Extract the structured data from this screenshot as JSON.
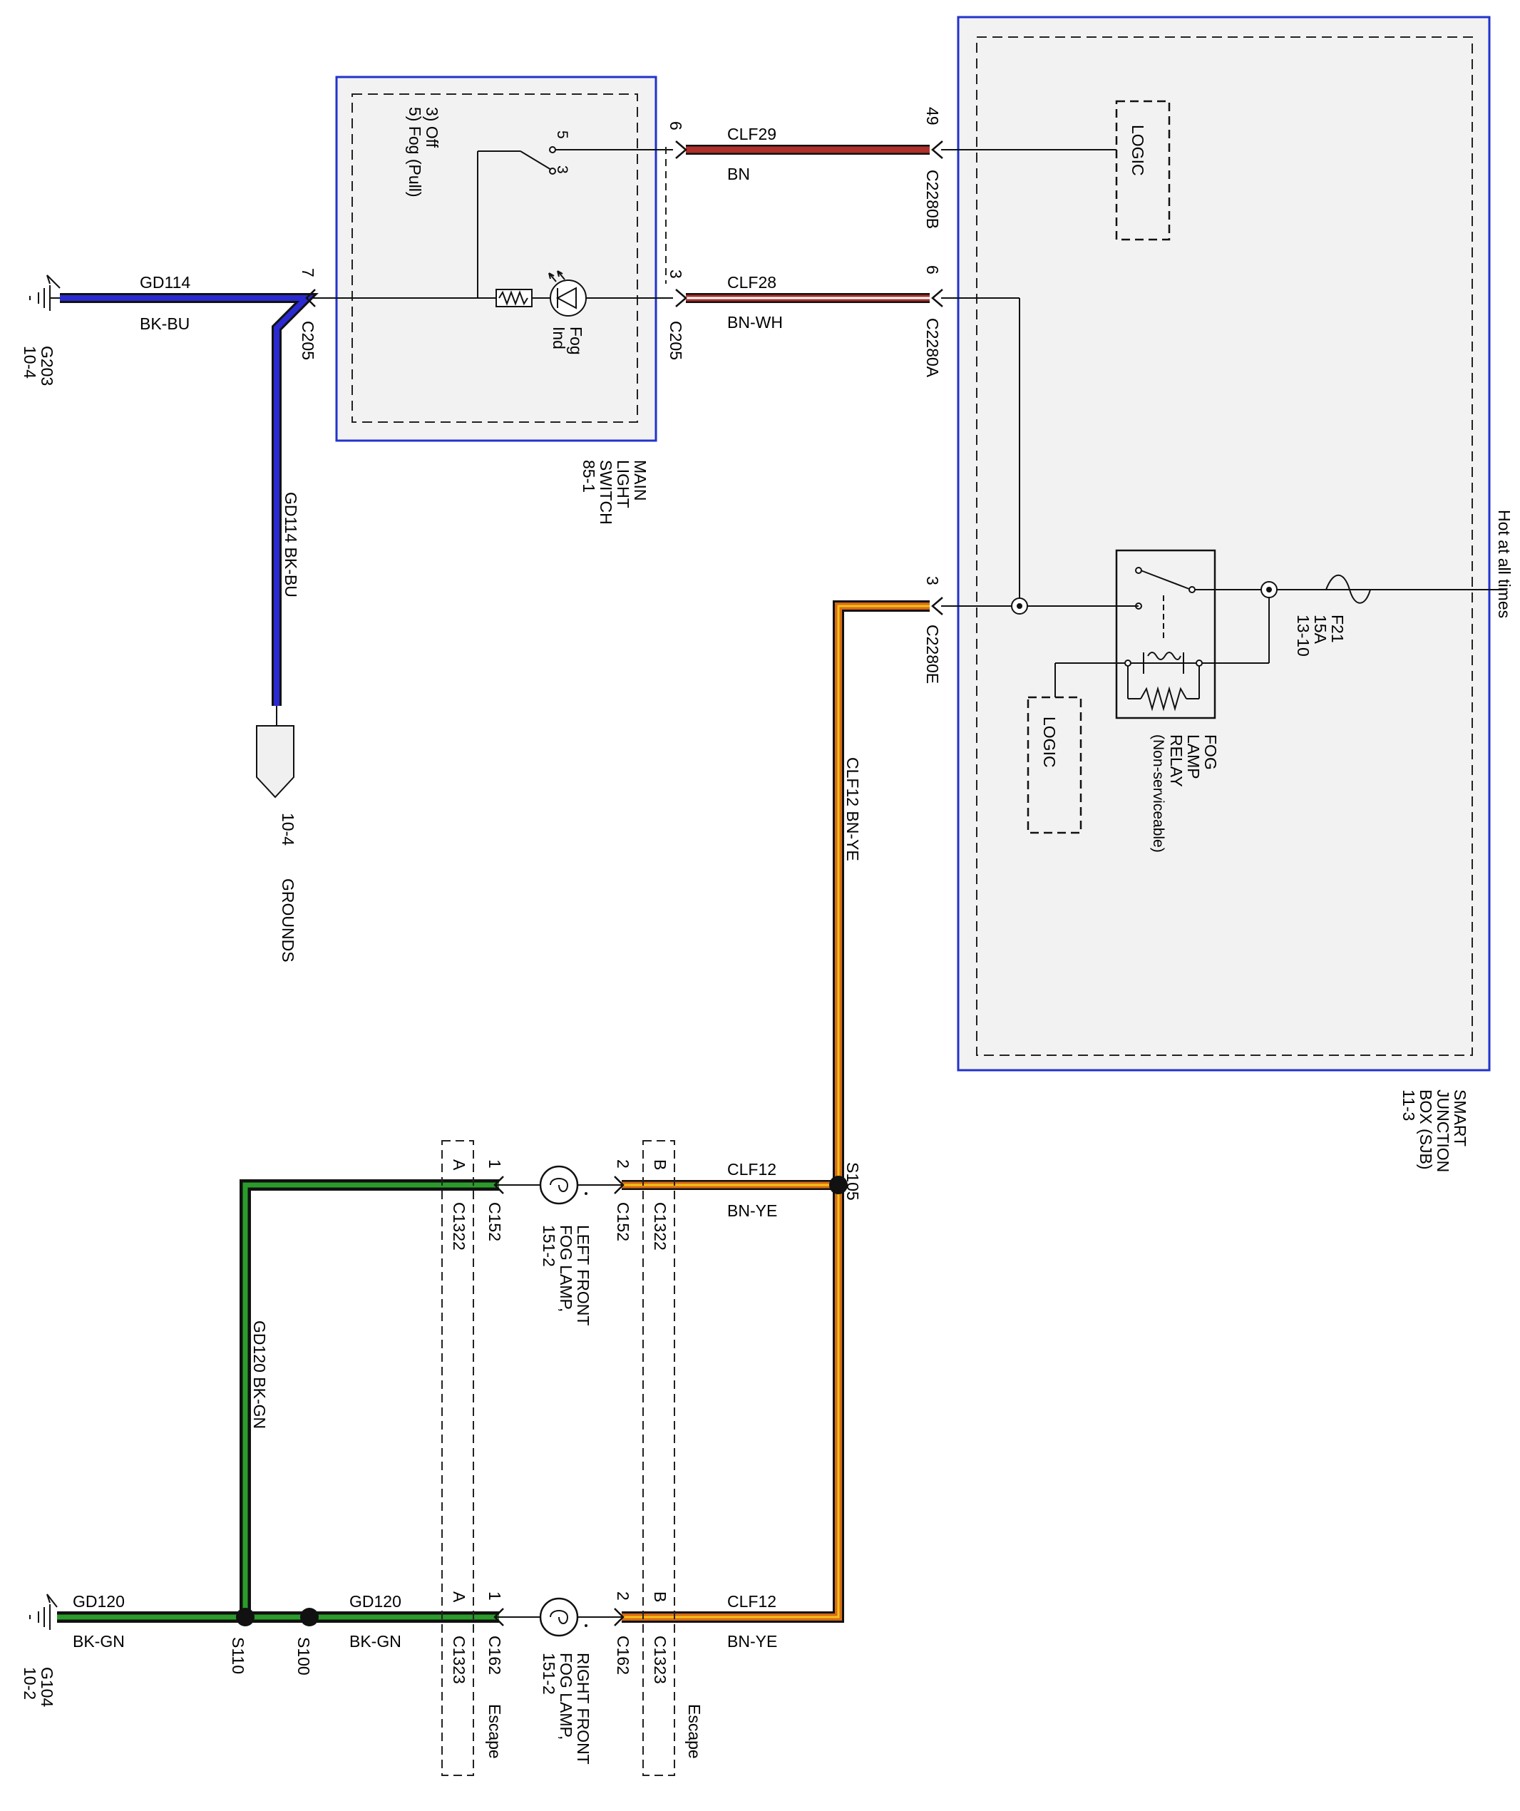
{
  "colors": {
    "module_border": "#2233cc",
    "module_fill": "#f2f2f2",
    "wire_black": "#111111",
    "bk_bu_blue": "#2a2ad0",
    "brown": "#b0302a",
    "white": "#ffffff",
    "bk_gn_green": "#2b9c2b",
    "yellow": "#f2c318",
    "orange": "#d96a16",
    "ground_fill": "#f0f0f0"
  },
  "external": {
    "hot_label": "Hot at all times"
  },
  "sjb": {
    "title_lines": [
      "SMART",
      "JUNCTION",
      "BOX (SJB)",
      "11-3"
    ],
    "logic_top": "LOGIC",
    "logic_mid": "LOGIC",
    "fuse": [
      "F21",
      "15A",
      "13-10"
    ],
    "relay_lines": [
      "FOG",
      "LAMP",
      "RELAY",
      "(Non-serviceable)"
    ]
  },
  "connectors": {
    "c2280b_pin": "49",
    "c2280b": "C2280B",
    "c2280a_pin": "6",
    "c2280a": "C2280A",
    "c2280e_pin": "3",
    "c2280e": "C2280E",
    "c205_left_pin": "7",
    "c205_left": "C205",
    "c205_r6_pin": "6",
    "c205_r3_pin": "3",
    "c205_right": "C205",
    "c152_pin1": "1",
    "c152_pin2": "2",
    "c152_a": "C152",
    "c152_b": "C152",
    "c1322_pin_a": "A",
    "c1322_pin_b": "B",
    "c1322_a": "C1322",
    "c1322_b": "C1322",
    "c162_pin1": "1",
    "c162_pin2": "2",
    "c162_a": "C162",
    "c162_b": "C162",
    "c1323_pin_a": "A",
    "c1323_pin_b": "B",
    "c1323_a": "C1323",
    "c1323_b": "C1323",
    "escape_a": "Escape",
    "escape_b": "Escape"
  },
  "wires": {
    "clf29_circuit": "CLF29",
    "clf29_color": "BN",
    "clf28_circuit": "CLF28",
    "clf28_color": "BN-WH",
    "gd114_top_circuit": "GD114",
    "gd114_top_color": "BK-BU",
    "gd114_vert": "GD114    BK-BU",
    "clf12_vert": "CLF12    BN-YE",
    "clf12_l_circuit": "CLF12",
    "clf12_l_color": "BN-YE",
    "clf12_r_circuit": "CLF12",
    "clf12_r_color": "BN-YE",
    "gd120_vert": "GD120    BK-GN",
    "gd120_mid_circuit": "GD120",
    "gd120_mid_color": "BK-GN",
    "gd120_left_circuit": "GD120",
    "gd120_left_color": "BK-GN"
  },
  "switch": {
    "title_lines": [
      "MAIN",
      "LIGHT",
      "SWITCH",
      "85-1"
    ],
    "pos_3": "3) Off",
    "pos_5": "5) Fog (Pull)",
    "pin_5": "5",
    "pin_3": "3",
    "fog_ind": [
      "Fog",
      "Ind"
    ]
  },
  "splices": {
    "s105": "S105",
    "s110": "S110",
    "s100": "S100"
  },
  "grounds": {
    "g203": [
      "G203",
      "10-4"
    ],
    "g104": [
      "G104",
      "10-2"
    ],
    "ref_page": "10-4",
    "ref_title": "GROUNDS"
  },
  "lamps": {
    "left": [
      "FOG LAMP,",
      "LEFT FRONT",
      "151-2"
    ],
    "right": [
      "FOG LAMP,",
      "RIGHT FRONT",
      "151-2"
    ]
  }
}
